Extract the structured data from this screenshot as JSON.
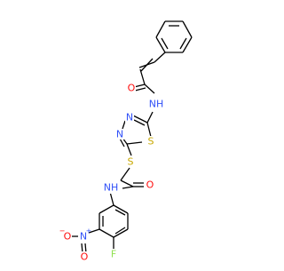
{
  "molecule": {
    "atoms": [
      {
        "id": "O1",
        "label": "O",
        "color": "#ff0d0d"
      },
      {
        "id": "N1",
        "label": "NH",
        "color": "#3050f8"
      },
      {
        "id": "N2",
        "label": "N",
        "color": "#3050f8"
      },
      {
        "id": "N3",
        "label": "N",
        "color": "#3050f8"
      },
      {
        "id": "S1",
        "label": "S",
        "color": "#c8a800"
      },
      {
        "id": "S2",
        "label": "S",
        "color": "#c8a800"
      },
      {
        "id": "O2",
        "label": "O",
        "color": "#ff0d0d"
      },
      {
        "id": "N4",
        "label": "NH",
        "color": "#3050f8"
      },
      {
        "id": "N5",
        "label": "N",
        "color": "#3050f8"
      },
      {
        "id": "N5c",
        "label": "+",
        "color": "#3050f8"
      },
      {
        "id": "O3",
        "label": "O",
        "color": "#ff0d0d"
      },
      {
        "id": "O3c",
        "label": "−",
        "color": "#ff0d0d"
      },
      {
        "id": "O4",
        "label": "O",
        "color": "#ff0d0d"
      },
      {
        "id": "F1",
        "label": "F",
        "color": "#90e050"
      }
    ],
    "stereo_note": "E-alkene (crossed double bond)"
  }
}
